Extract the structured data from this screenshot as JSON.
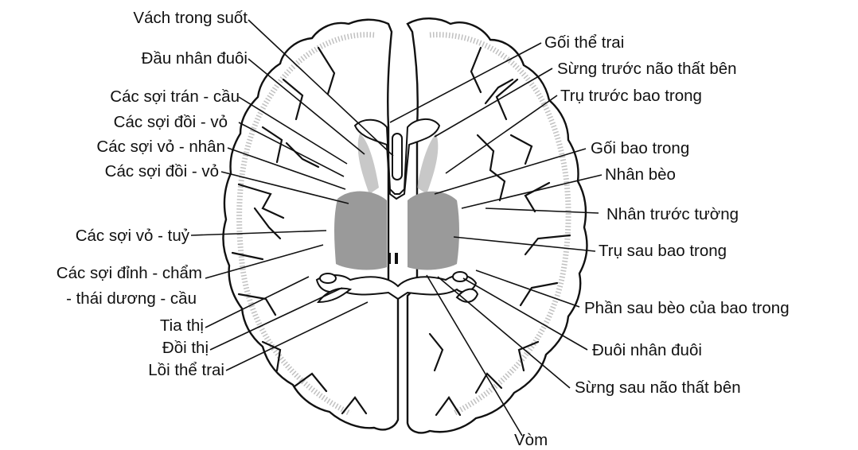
{
  "labels_left": [
    "Vách trong suốt",
    "Đầu nhân đuôi",
    "Các sợi trán - cầu",
    "Các sợi đồi - vỏ",
    "Các sợi vỏ - nhân",
    "Các sợi đồi - vỏ",
    "Các sợi vỏ - tuỷ",
    "Các sợi đỉnh - chẩm",
    "- thái dương - cầu",
    "Tia thị",
    "Đồi thị",
    "Lồi thể trai"
  ],
  "labels_right": [
    "Gối thể trai",
    "Sừng trước não thất bên",
    "Trụ trước bao trong",
    "Gối bao trong",
    "Nhân bèo",
    "Nhân trước tường",
    "Trụ sau bao trong",
    "Phần sau bèo của bao trong",
    "Đuôi nhân đuôi",
    "Sừng sau não thất bên"
  ],
  "label_bottom": "Vòm"
}
